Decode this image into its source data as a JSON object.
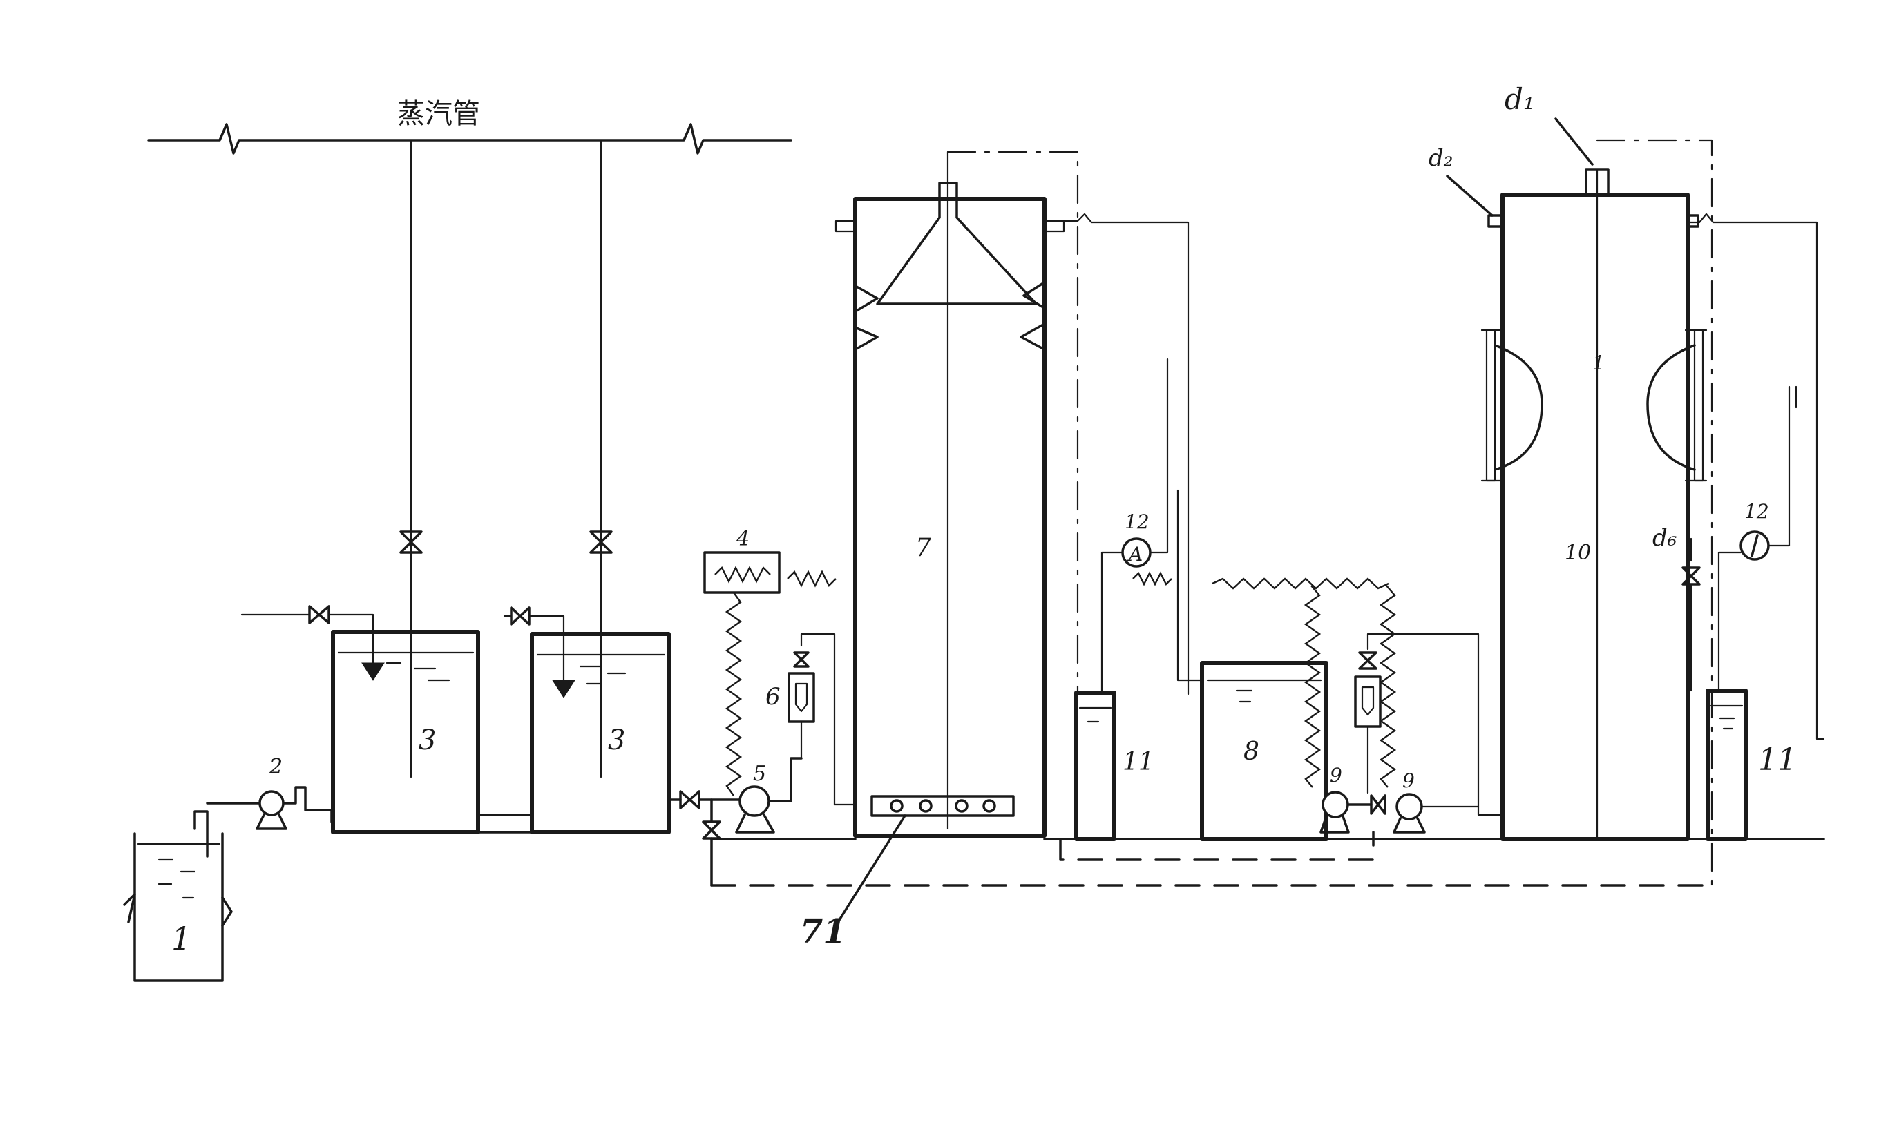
{
  "steam_pipe_label": "蒸汽管",
  "labels": {
    "tank_raw": "1",
    "pump_feed": "2",
    "tank_a": "3",
    "tank_b": "3",
    "heater": "4",
    "pump_main": "5",
    "flowmeter": "6",
    "reactor_a": "7",
    "distributor": "71",
    "tank_mid": "8",
    "pump_c": "9",
    "pump_d": "9",
    "reactor_b": "10",
    "reactor_b_top": "1",
    "collector_a": "11",
    "collector_b": "11",
    "gauge_a": "12",
    "gauge_b": "12",
    "gauge_a_letter": "A",
    "port_top": "d₁",
    "port_side": "d₂",
    "port_lower": "d₆"
  }
}
